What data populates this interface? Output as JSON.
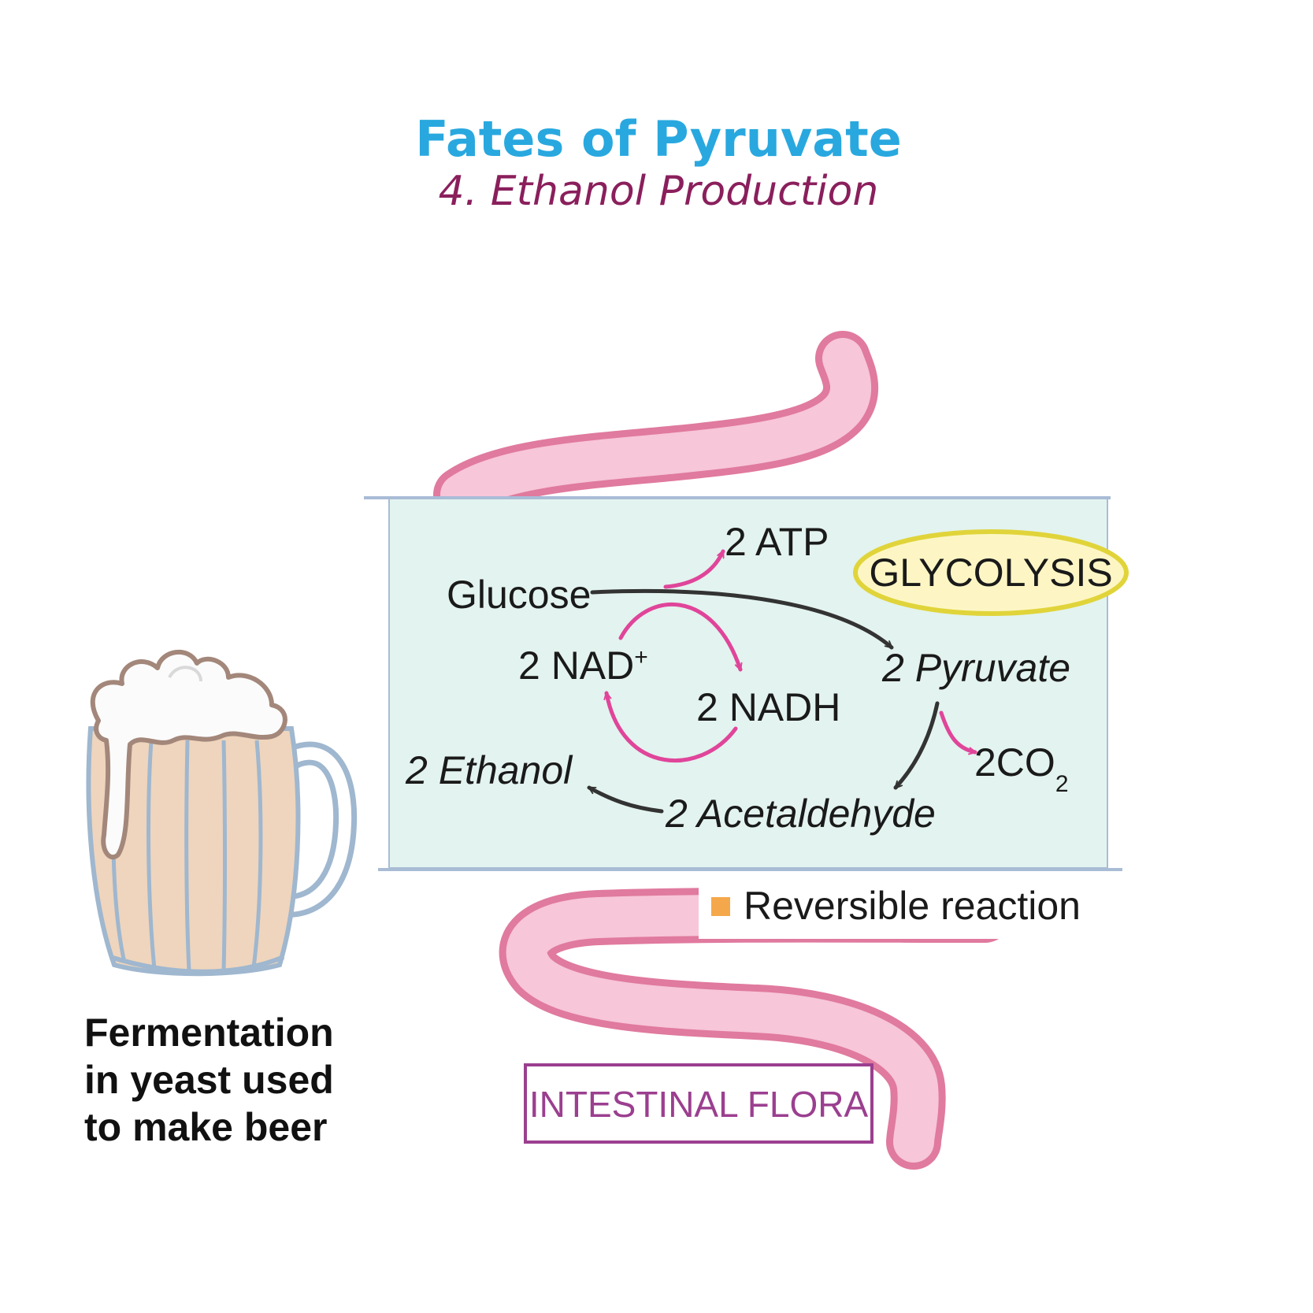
{
  "header": {
    "title": "Fates of Pyruvate",
    "subtitle": "4. Ethanol Production"
  },
  "pathway": {
    "glucose": "Glucose",
    "atp": "2 ATP",
    "pyruvate": "2 Pyruvate",
    "nad_plus": "2 NAD",
    "nad_plus_sup": "+",
    "nadh": "2 NADH",
    "co2": "2CO",
    "co2_sub": "2",
    "acetaldehyde": "2 Acetaldehyde",
    "ethanol": "2 Ethanol",
    "glycolysis_badge": "GLYCOLYSIS"
  },
  "legend": {
    "reversible": "Reversible reaction"
  },
  "labels": {
    "intestinal_flora": "INTESTINAL FLORA",
    "caption_lines": [
      "Fermentation",
      "in yeast used",
      "to make beer"
    ]
  },
  "colors": {
    "title": "#29a8df",
    "subtitle": "#8a1f5c",
    "panel_fill": "#e3f3ef",
    "panel_border": "#a9bcd6",
    "intestine_fill": "#f7c6d8",
    "intestine_stroke": "#e07a9e",
    "arrow_dark": "#333333",
    "arrow_pink": "#e0459a",
    "glycolysis_fill": "#fdf6c4",
    "glycolysis_stroke": "#e0d43a",
    "legend_square": "#f5a84b",
    "flora_border": "#9b3f8f",
    "flora_text": "#9b3f8f",
    "mug_outline": "#9fb7cf",
    "mug_fill": "#efd5bd",
    "foam_fill": "#fbfbfb",
    "foam_stroke": "#a3877a"
  }
}
